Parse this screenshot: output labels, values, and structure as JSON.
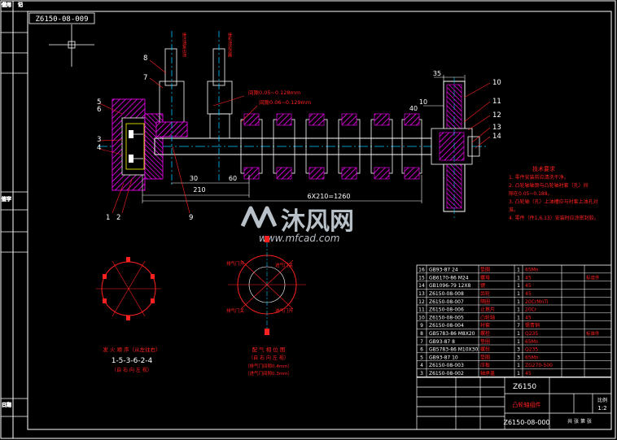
{
  "colors": {
    "background": "#000000",
    "frame": "#ffffff",
    "text_red": "#ff2020",
    "hatch": "#ff00ff",
    "center_line": "#00c8ff",
    "yellow": "#ffff00",
    "green": "#00ff00",
    "watermark": "#b8c0c8"
  },
  "drawing_code_top": "Z6150-08-009",
  "dimensions": {
    "d_210": "210",
    "d_30": "30",
    "d_60": "60",
    "d_6x210": "6X210=1260",
    "d_35": "35",
    "d_40": "40",
    "d_10": "10"
  },
  "callouts": {
    "n1": "1",
    "n2": "2",
    "n3": "3",
    "n4": "4",
    "n5": "5",
    "n6": "6",
    "n7": "7",
    "n8": "8",
    "n9": "9",
    "n10": "10",
    "n11": "11",
    "n12": "12",
    "n13": "13",
    "n14": "14"
  },
  "tolerance_notes": {
    "gap1": "间隙0.05~0.128mm",
    "gap2": "间隙0.06~0.129mm"
  },
  "tech_requirements": {
    "title": "技术要求",
    "items": [
      "1. 零件安装前应清洗干净。",
      "2. 凸轮轴轴颈与凸轮轴衬套（孔）间",
      "   隙在0.05~0.188。",
      "3. 凸轮轴（孔）上油槽应与衬套上油孔对",
      "   准。",
      "4. 零件（件1,6,13）安装时应涂密封胶。"
    ]
  },
  "sequence_view": {
    "title": "发 火 顺 序（从左往右）",
    "order": "1-5-3-6-2-4",
    "subtitle": "（自 右 向 左 视）"
  },
  "valve_view": {
    "title": "配 气 相 位 图",
    "subtitle": "（自 右 向 左 视）",
    "note1": "（排气门间隙0.4mm）",
    "note2": "（进气门间隙0.3mm）",
    "labels": [
      "排气门开",
      "进气门关",
      "进气门开",
      "排气门关"
    ]
  },
  "parts_list": [
    {
      "no": "16",
      "code": "GB93-87 24",
      "name": "垫圈",
      "qty": "1",
      "mat": "65Mn",
      "note": ""
    },
    {
      "no": "15",
      "code": "GB6170-86 M24",
      "name": "螺母",
      "qty": "1",
      "mat": "45",
      "note": "标准件"
    },
    {
      "no": "14",
      "code": "GB1096-79 12X8",
      "name": "键",
      "qty": "1",
      "mat": "45",
      "note": ""
    },
    {
      "no": "13",
      "code": "Z6150-08-008",
      "name": "齿轮",
      "qty": "1",
      "mat": "45",
      "note": ""
    },
    {
      "no": "12",
      "code": "Z6150-08-007",
      "name": "隔圈",
      "qty": "1",
      "mat": "20CrMnTi",
      "note": ""
    },
    {
      "no": "11",
      "code": "Z6150-08-006",
      "name": "止推片",
      "qty": "1",
      "mat": "20Cr",
      "note": ""
    },
    {
      "no": "10",
      "code": "Z6150-08-005",
      "name": "凸轮轴",
      "qty": "1",
      "mat": "45",
      "note": ""
    },
    {
      "no": "9",
      "code": "Z6150-08-004",
      "name": "衬套",
      "qty": "7",
      "mat": "锡青铜",
      "note": ""
    },
    {
      "no": "8",
      "code": "GB5783-86 M8X20",
      "name": "螺栓",
      "qty": "1",
      "mat": "Q235",
      "note": "标准件"
    },
    {
      "no": "7",
      "code": "GB93-87 8",
      "name": "垫圈",
      "qty": "1",
      "mat": "65Mn",
      "note": ""
    },
    {
      "no": "6",
      "code": "GB5783-86 M10X30",
      "name": "螺栓",
      "qty": "3",
      "mat": "Q235",
      "note": ""
    },
    {
      "no": "5",
      "code": "GB93-87 10",
      "name": "垫圈",
      "qty": "3",
      "mat": "65Mn",
      "note": ""
    },
    {
      "no": "4",
      "code": "Z6150-08-003",
      "name": "压板",
      "qty": "1",
      "mat": "ZG270-500",
      "note": ""
    },
    {
      "no": "3",
      "code": "Z6150-08-002",
      "name": "轴承盖",
      "qty": "1",
      "mat": "45",
      "note": ""
    }
  ],
  "title_block": {
    "model": "Z6150",
    "assembly_name": "凸轮轴组件",
    "drawing_no": "Z6150-08-000",
    "scale_label": "比例",
    "scale": "1:2",
    "sheet_label": "共 张 第 张"
  },
  "watermark": {
    "brand": "沐风网",
    "url": "www.mfcad.com"
  },
  "left_strip_labels": [
    "借(通)用件登记",
    "旧底图总号",
    "底图总号",
    "签字",
    "日期"
  ]
}
